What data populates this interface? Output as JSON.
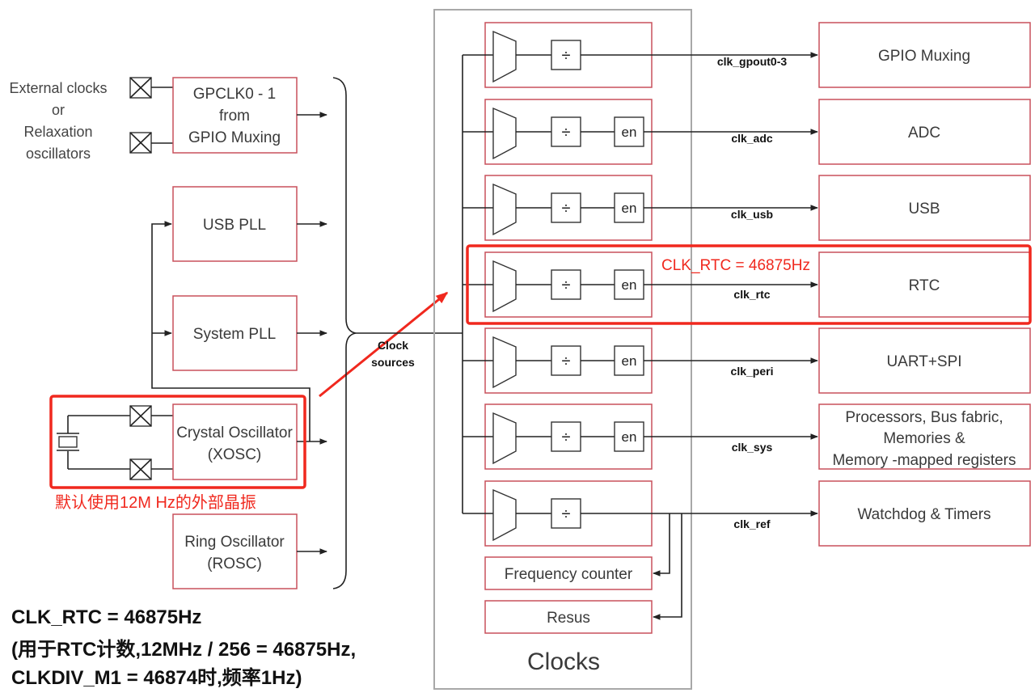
{
  "external": {
    "lines": [
      "External clocks",
      "or",
      "Relaxation",
      "oscillators"
    ]
  },
  "sources": {
    "gpclk": [
      "GPCLK0 - 1",
      "from",
      "GPIO Muxing"
    ],
    "usb_pll": "USB PLL",
    "system_pll": "System PLL",
    "xosc": [
      "Crystal Oscillator",
      "(XOSC)"
    ],
    "rosc": [
      "Ring Oscillator",
      "(ROSC)"
    ]
  },
  "clock_sources_label": [
    "Clock",
    "sources"
  ],
  "xosc_note": "默认使用12M Hz的外部晶振",
  "clocks_title": "Clocks",
  "divider_symbol": "÷",
  "enable_label": "en",
  "rows": [
    {
      "signal": "clk_gpout0-3",
      "dest": "GPIO Muxing"
    },
    {
      "signal": "clk_adc",
      "dest": "ADC"
    },
    {
      "signal": "clk_usb",
      "dest": "USB"
    },
    {
      "signal": "clk_rtc",
      "dest": "RTC"
    },
    {
      "signal": "clk_peri",
      "dest": "UART+SPI"
    },
    {
      "signal": "clk_sys",
      "dest_lines": [
        "Processors, Bus fabric,",
        "Memories &",
        "Memory -mapped registers"
      ]
    },
    {
      "signal": "clk_ref",
      "dest": "Watchdog & Timers"
    }
  ],
  "rtc_highlight": "CLK_RTC = 46875Hz",
  "freq_counter": "Frequency counter",
  "resus": "Resus",
  "note": [
    "CLK_RTC = 46875Hz",
    "(用于RTC计数,12MHz / 256 = 46875Hz,",
    "CLKDIV_M1 = 46874时,频率1Hz)"
  ],
  "colors": {
    "box_border": "#c8505c",
    "highlight": "#f0281e",
    "frame": "#a8a8a8",
    "text": "#3a3a3a"
  }
}
